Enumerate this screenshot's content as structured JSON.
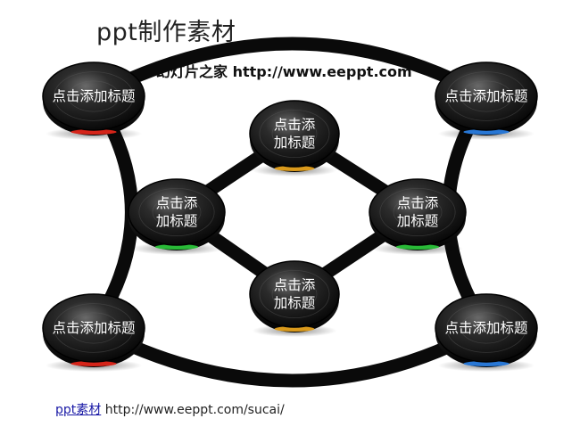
{
  "header": {
    "title": "ppt制作素材",
    "subtitle": "幻灯片之家 http://www.eeppt.com"
  },
  "diagram": {
    "nodes": [
      {
        "id": "top-left",
        "lines": [
          "点击添加标题"
        ],
        "accent": "#e0261a"
      },
      {
        "id": "top-center",
        "lines": [
          "点击添",
          "加标题"
        ],
        "accent": "#e6a21e"
      },
      {
        "id": "top-right",
        "lines": [
          "点击添加标题"
        ],
        "accent": "#2a7de0"
      },
      {
        "id": "mid-left",
        "lines": [
          "点击添",
          "加标题"
        ],
        "accent": "#2bc43a"
      },
      {
        "id": "mid-right",
        "lines": [
          "点击添",
          "加标题"
        ],
        "accent": "#2bc43a"
      },
      {
        "id": "bottom-center",
        "lines": [
          "点击添",
          "加标题"
        ],
        "accent": "#e6a21e"
      },
      {
        "id": "bottom-left",
        "lines": [
          "点击添加标题"
        ],
        "accent": "#e0261a"
      },
      {
        "id": "bottom-right",
        "lines": [
          "点击添加标题"
        ],
        "accent": "#2a7de0"
      }
    ]
  },
  "footer": {
    "link_label": "ppt素材",
    "url_text": "http://www.eeppt.com/sucai/"
  }
}
